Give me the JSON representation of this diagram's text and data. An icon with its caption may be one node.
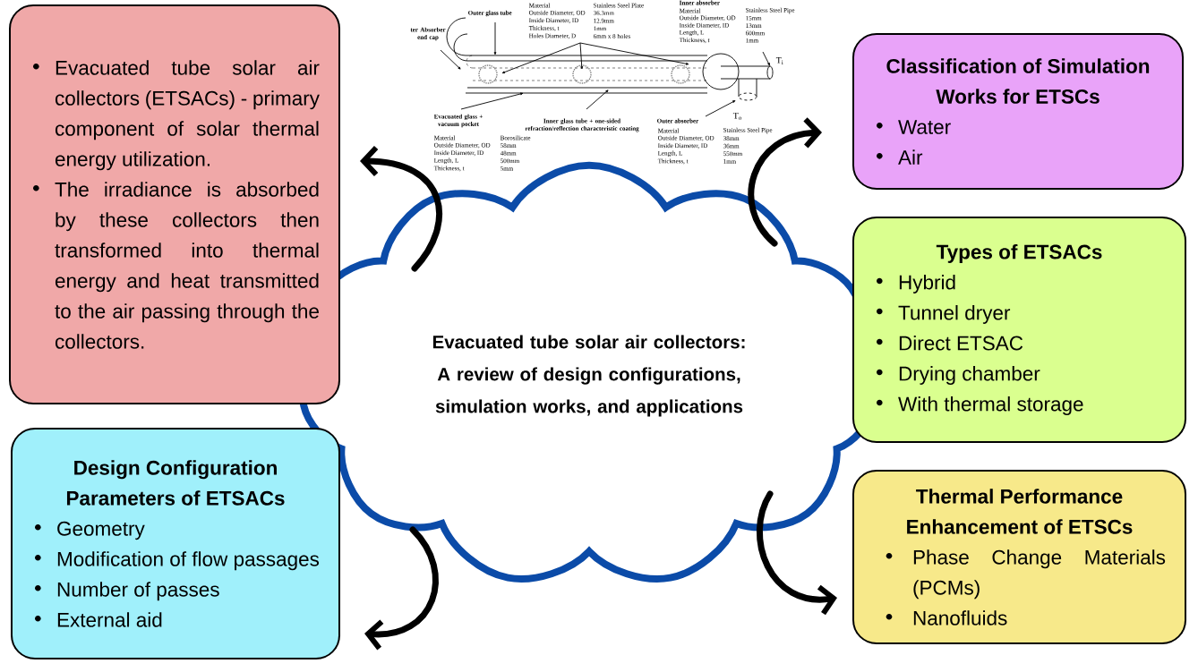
{
  "diagram": {
    "nodes": [
      {
        "text": [
          "Evacuated tube solar air collectors: A review of design configurations, simulation works, and applications"
        ]
      },
      {
        "text": [
          "Evacuated tube solar air collectors (ETSACs) - primary component of solar thermal energy utilization.",
          "The irradiance is absorbed by these collectors then transformed into thermal energy and heat transmitted to the air passing through the collectors."
        ]
      },
      {
        "text": [
          "Classification of Simulation Works for ETSCs",
          "Water",
          "Air"
        ]
      },
      {
        "text": [
          "Types of ETSACs",
          "Hybrid",
          "Tunnel dryer",
          "Direct ETSAC",
          "Drying chamber",
          "With thermal storage"
        ]
      },
      {
        "text": [
          "Design Configuration Parameters of ETSACs",
          "Geometry",
          "Modification of flow passages",
          "Number of passes",
          "External aid"
        ]
      },
      {
        "text": [
          "Thermal Performance Enhancement of ETSCs",
          "Phase Change Materials (PCMs)",
          "Nanofluids"
        ]
      }
    ],
    "edges": [
      {
        "from": 0,
        "to": 1,
        "arrow": "to"
      },
      {
        "from": 0,
        "to": 2,
        "arrow": "to"
      },
      {
        "from": 0,
        "to": 4,
        "arrow": "to"
      },
      {
        "from": 0,
        "to": 5,
        "arrow": "to"
      }
    ],
    "labels": [
      "Outer glass tube",
      "Material",
      "Stainless Steel Plate",
      "Outside Diameter, OD",
      "36.3mm",
      "Inside Diameter, ID",
      "12.9mm",
      "Thickness, t",
      "1mm",
      "Holes Diameter, D",
      "6mm x 8 holes",
      "Inner absorber",
      "Material",
      "Stainless Steel Pipe",
      "Outside Diameter, OD",
      "15mm",
      "Inside Diameter, ID",
      "13mm",
      "Length, L",
      "600mm",
      "Thickness, t",
      "1mm",
      "ter Absorber end cap",
      "T$_{i}$",
      "Evacuated glass + vacuum pocket",
      "Inner glass tube + one-sided refraction/reflection characteristic coating",
      "Outer absorber",
      "T$_{o}$",
      "Material",
      "Borosilicate",
      "Outside Diameter, OD",
      "58mm",
      "Inside Diameter, ID",
      "48mm",
      "Length, L",
      "500mm",
      "Thickness, t",
      "5mm",
      "Material",
      "Stainless Steel Pipe",
      "Outside Diameter, OD",
      "38mm",
      "Inside Diameter, ID",
      "36mm",
      "Length, L",
      "550mm",
      "Thickness, t",
      "1mm"
    ]
  }
}
